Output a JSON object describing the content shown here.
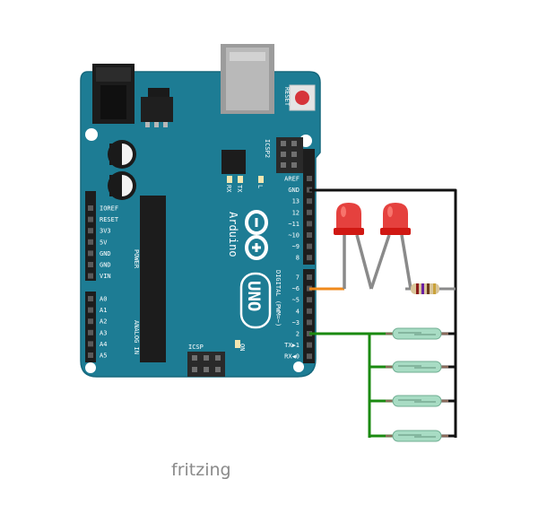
{
  "board": {
    "brand": "Arduino",
    "model": "UNO",
    "reset_label": "RESET",
    "icsp2_label": "ICSP2",
    "icsp_label": "ICSP",
    "tx_label": "TX",
    "rx_label": "RX",
    "l_label": "L",
    "on_label": "ON",
    "power_group_label": "POWER",
    "analog_group_label": "ANALOG IN",
    "digital_group_label": "DIGITAL (PWM=~)",
    "power_pins": [
      "IOREF",
      "RESET",
      "3V3",
      "5V",
      "GND",
      "GND",
      "VIN"
    ],
    "analog_pins": [
      "A0",
      "A1",
      "A2",
      "A3",
      "A4",
      "A5"
    ],
    "digital_top_pins": [
      "AREF",
      "GND",
      "13",
      "12",
      "~11",
      "~10",
      "~9",
      "8"
    ],
    "digital_bottom_pins": [
      "7",
      "~6",
      "~5",
      "4",
      "~3",
      "2",
      "TX▶1",
      "RX◀0"
    ]
  },
  "components": {
    "leds": [
      {
        "name": "led-1",
        "color": "#e0201c"
      },
      {
        "name": "led-2",
        "color": "#e0201c"
      }
    ],
    "resistor": {
      "name": "resistor"
    },
    "reed_switches": [
      {
        "name": "reed-switch-1"
      },
      {
        "name": "reed-switch-2"
      },
      {
        "name": "reed-switch-3"
      },
      {
        "name": "reed-switch-4"
      }
    ]
  },
  "wires": {
    "gnd_color": "#111111",
    "pin6_color": "#f08a1c",
    "pin2_color": "#1a8a10"
  },
  "colors": {
    "board": "#1d7c94",
    "board_edge": "#16687d"
  },
  "watermark": "fritzing"
}
